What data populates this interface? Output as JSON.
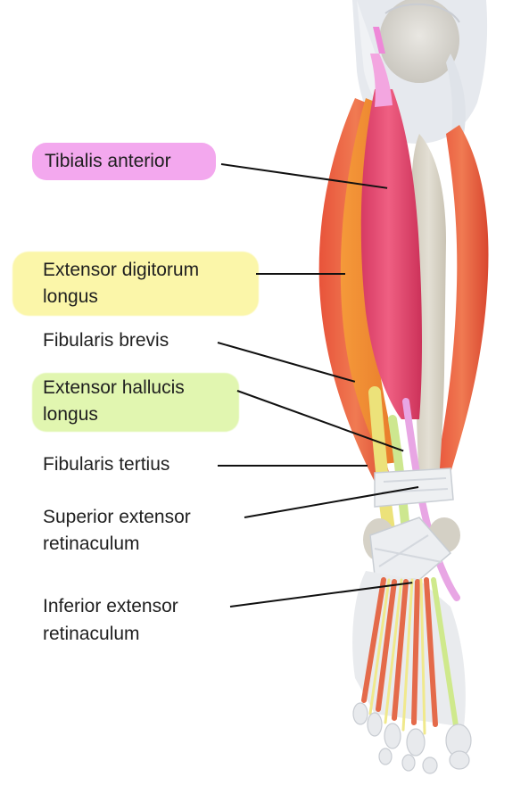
{
  "labels": {
    "tibialis_anterior": "Tibialis anterior",
    "extensor_digitorum_1": "Extensor digitorum",
    "extensor_digitorum_2": "longus",
    "fibularis_brevis": "Fibularis brevis",
    "extensor_hallucis_1": "Extensor hallucis",
    "extensor_hallucis_2": "longus",
    "fibularis_tertius": "Fibularis tertius",
    "superior_retinaculum_1": "Superior extensor",
    "superior_retinaculum_2": "retinaculum",
    "inferior_retinaculum_1": "Inferior extensor",
    "inferior_retinaculum_2": "retinaculum"
  },
  "colors": {
    "highlight_pink": "#f3a8ee",
    "highlight_yellow": "#fbf6a9",
    "highlight_green": "#e1f6b0",
    "muscle_red": "#e4566f",
    "muscle_orange": "#f08a4f",
    "tendon_yellow": "#f2e88a",
    "bone": "#d9d5c8",
    "retinaculum": "#eef0f2"
  }
}
